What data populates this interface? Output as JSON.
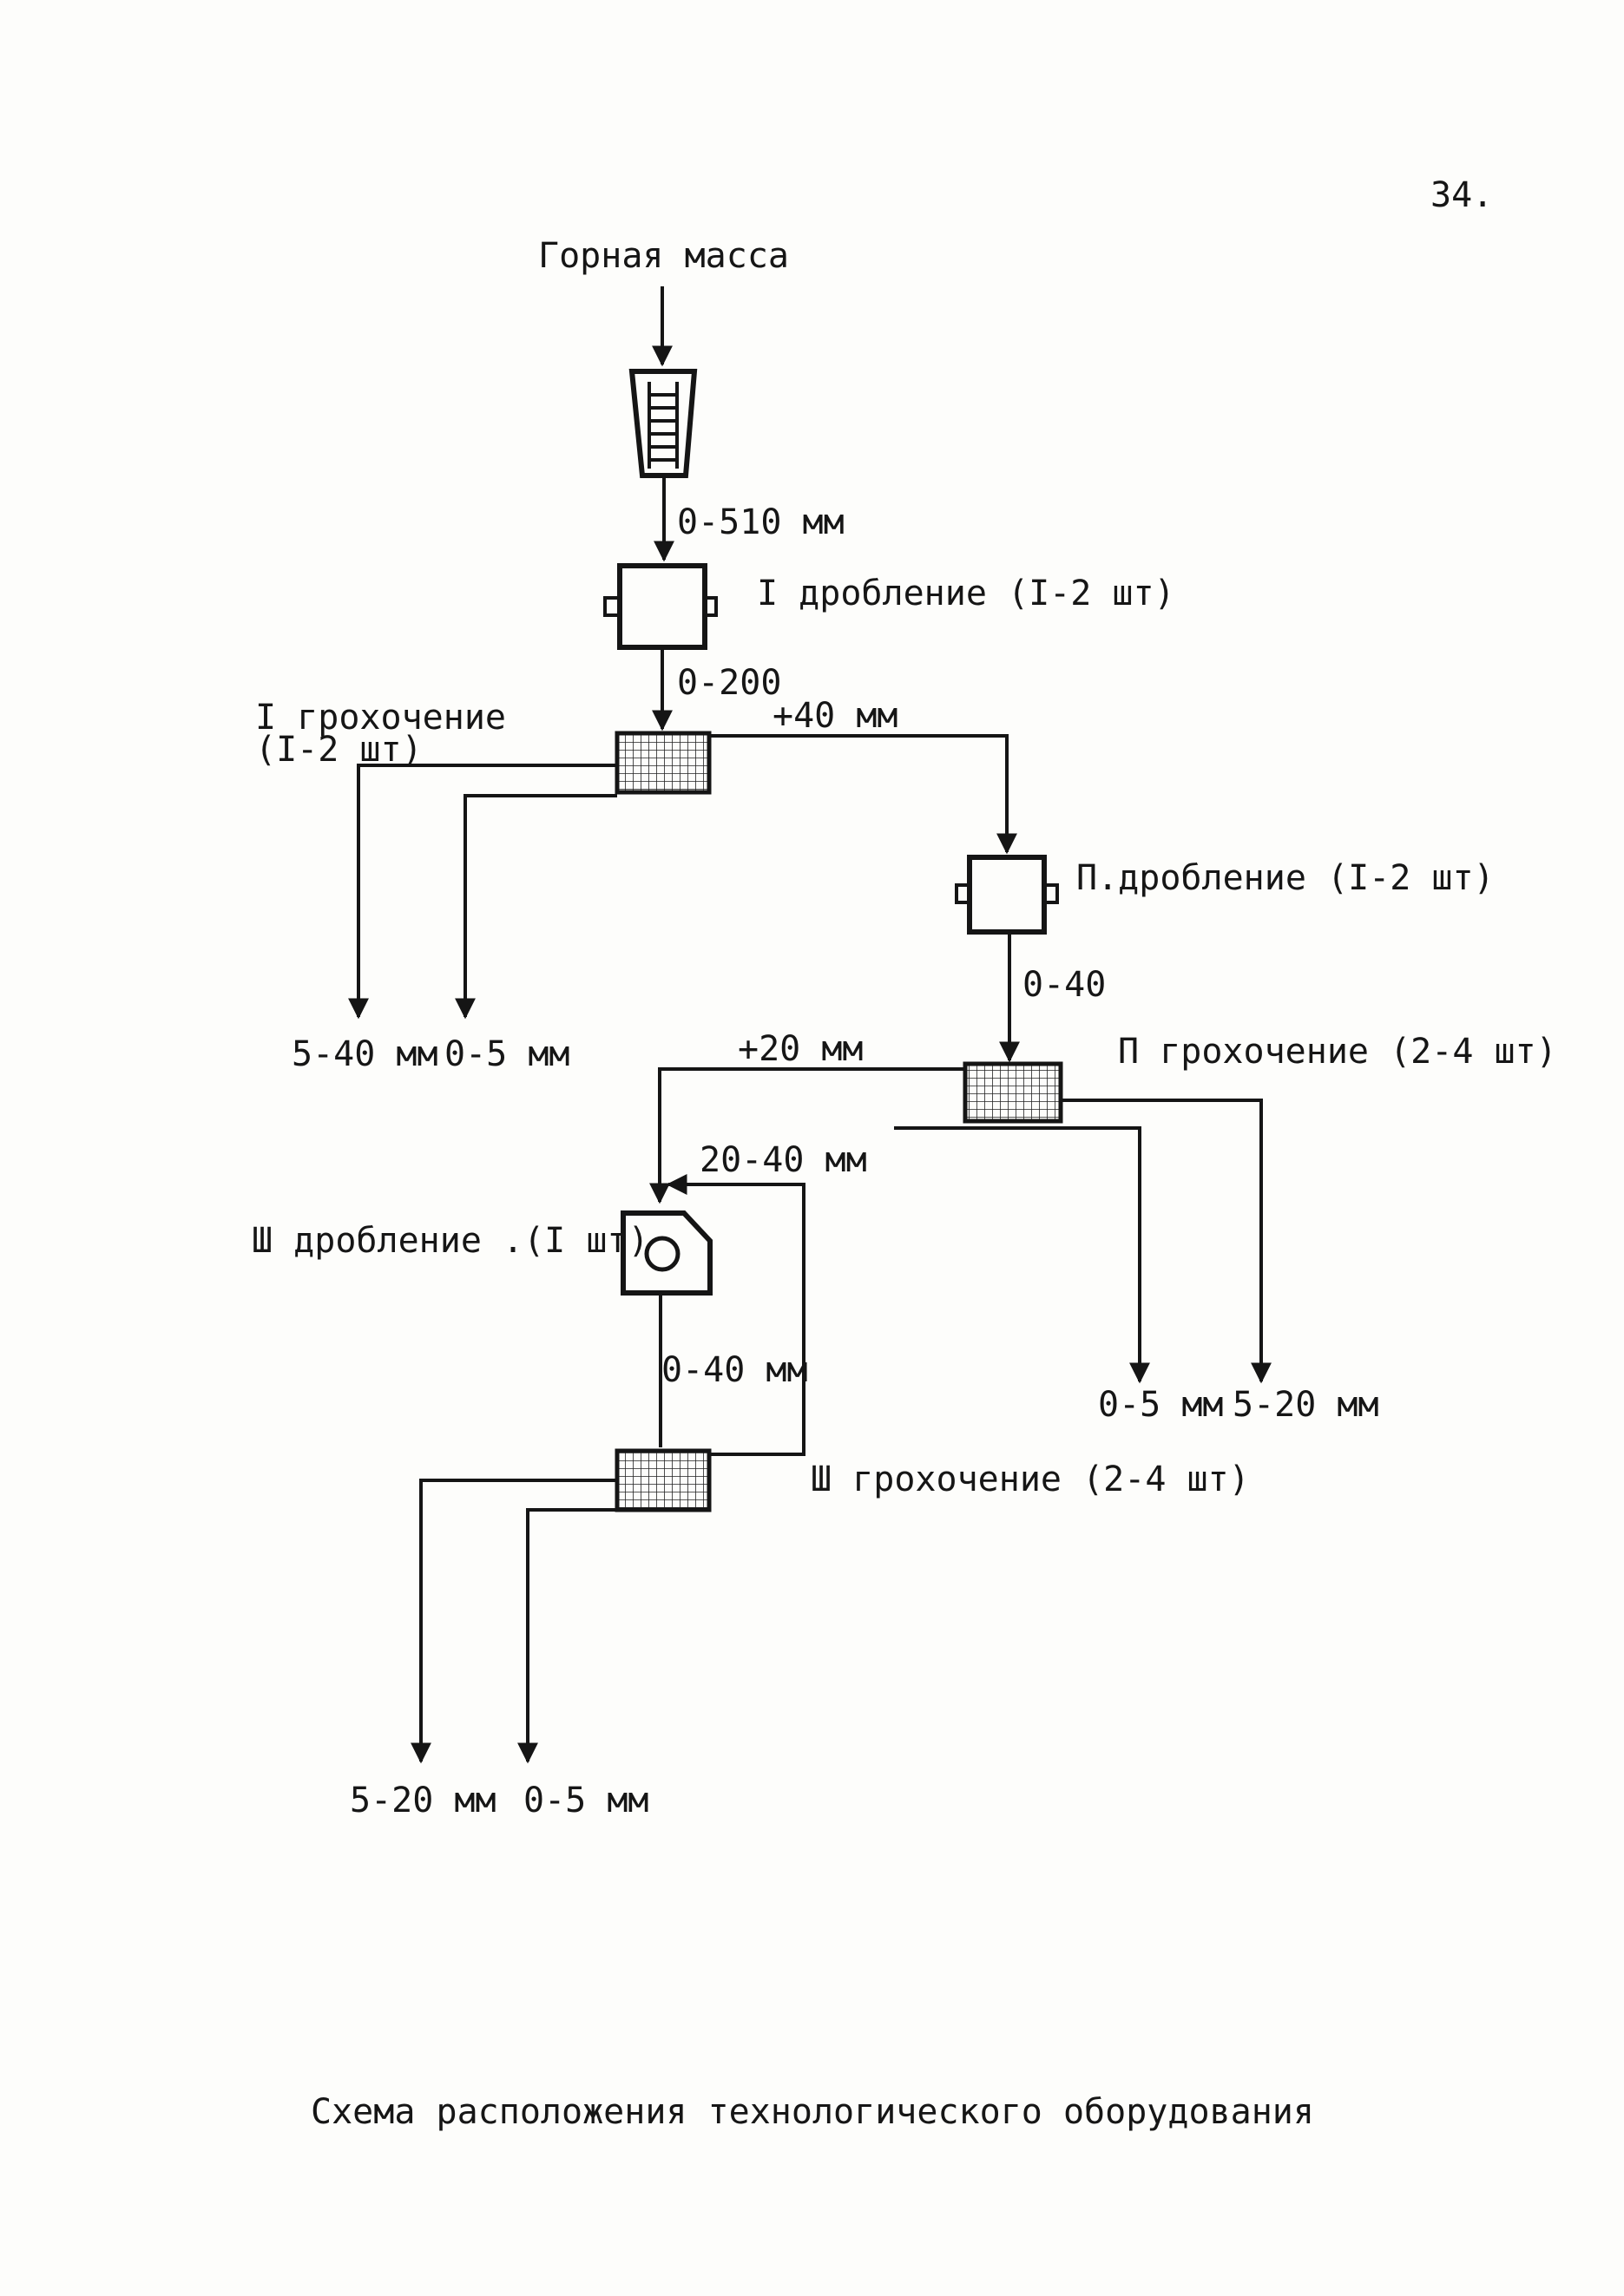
{
  "page_number": "34.",
  "input_label": "Горная масса",
  "caption": "Схема расположения технологического оборудования",
  "equipment": {
    "crusher1": "I дробление (I-2 шт)",
    "screen1": [
      "I грохочение",
      "(I-2 шт)"
    ],
    "crusher2": "П.дробление (I-2 шт)",
    "screen2": "П грохочение (2-4 шт)",
    "crusher3": "Ш дробление .(I шт)",
    "screen3": "Ш грохочение (2-4 шт)"
  },
  "flows": {
    "feeder_out": "0-510 мм",
    "crusher1_out": "0-200",
    "screen1_oversize": "+40 мм",
    "crusher2_out": "0-40",
    "screen2_oversize": "+20 мм",
    "recycle": "20-40 мм",
    "crusher3_out": "0-40 мм"
  },
  "products": {
    "screen1_a": "5-40 мм",
    "screen1_b": "0-5 мм",
    "screen2_a": "0-5 мм",
    "screen2_b": "5-20 мм",
    "screen3_a": "5-20 мм",
    "screen3_b": "0-5 мм"
  }
}
